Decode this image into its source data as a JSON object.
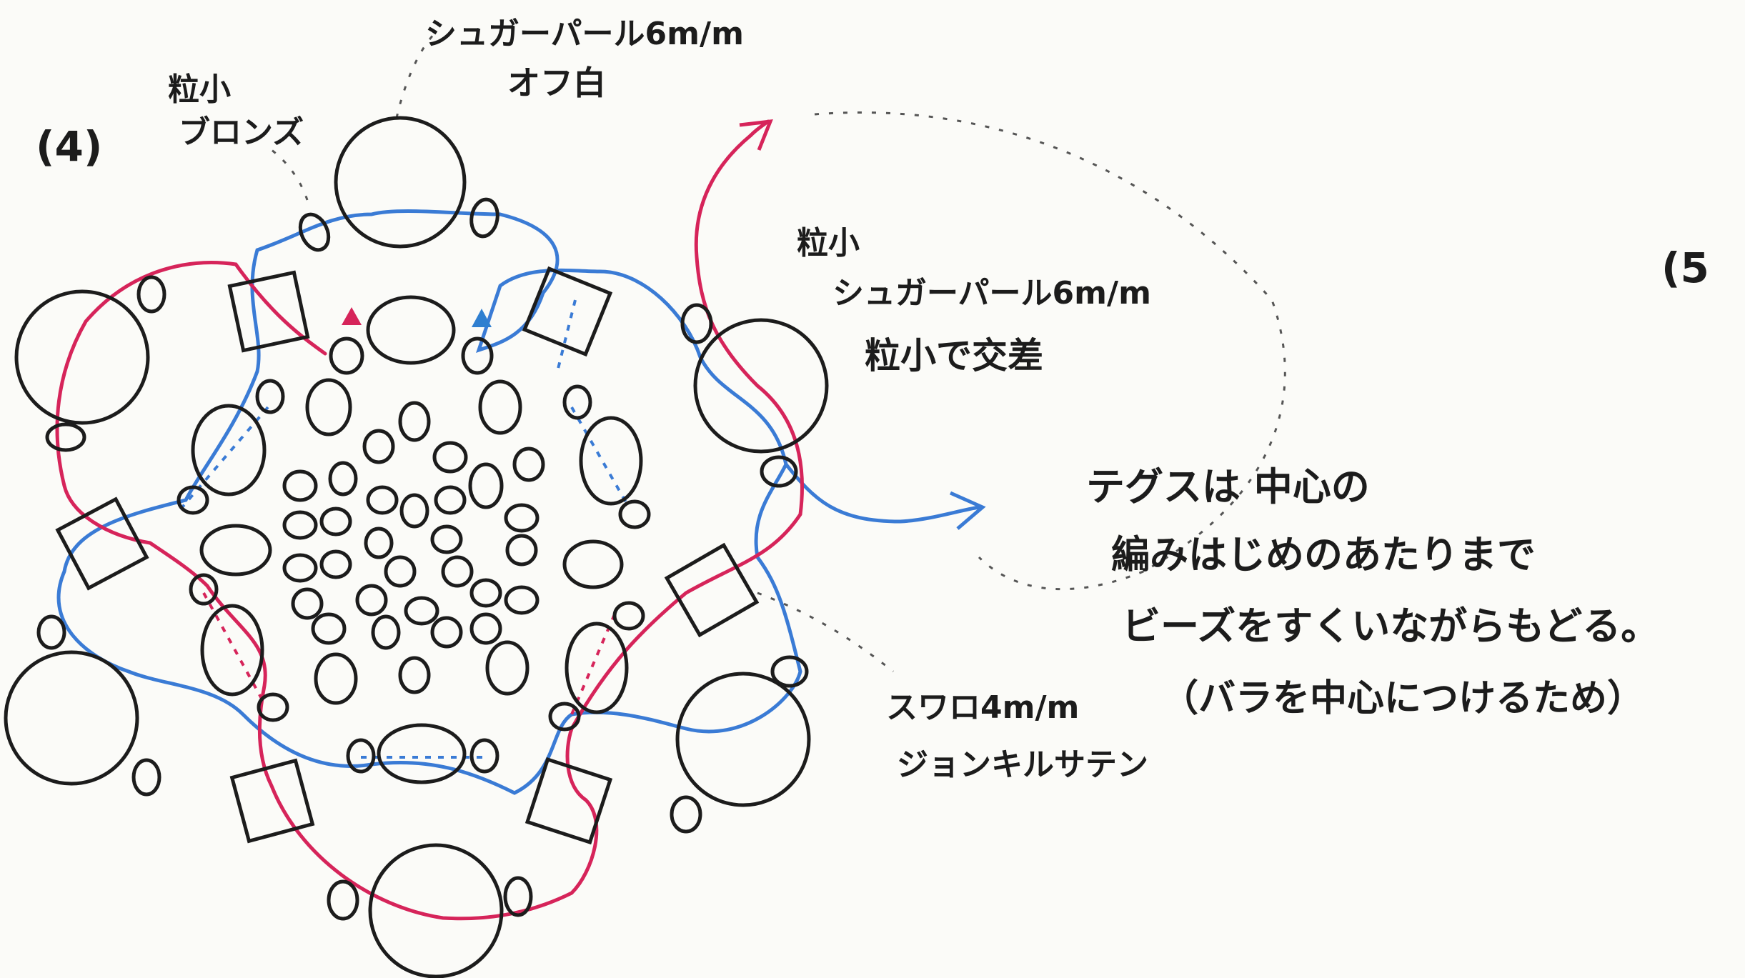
{
  "step_label": "(4)",
  "next_step_label": "(5",
  "labels": {
    "top_pearl_line1": "シュガーパール6m/m",
    "top_pearl_line2": "オフ白",
    "small_bronze_line1": "粒小",
    "small_bronze_line2": "ブロンズ",
    "cross_line1": "粒小",
    "cross_line2": "シュガーパール6m/m",
    "cross_line3": "粒小で交差",
    "swaro_line1": "スワロ4m/m",
    "swaro_line2": "ジョンキルサテン"
  },
  "instructions": {
    "line1": "テグスは 中心の",
    "line2": "編みはじめのあたりまで",
    "line3": "ビーズをすくいながらもどる。",
    "line4": "（バラを中心につけるため）"
  },
  "colors": {
    "red_thread": "#d6245a",
    "blue_thread": "#3a7bd5",
    "bead_outline": "#1c1c1c",
    "red_marker": "#d6245a",
    "blue_marker": "#2f7fd0"
  }
}
